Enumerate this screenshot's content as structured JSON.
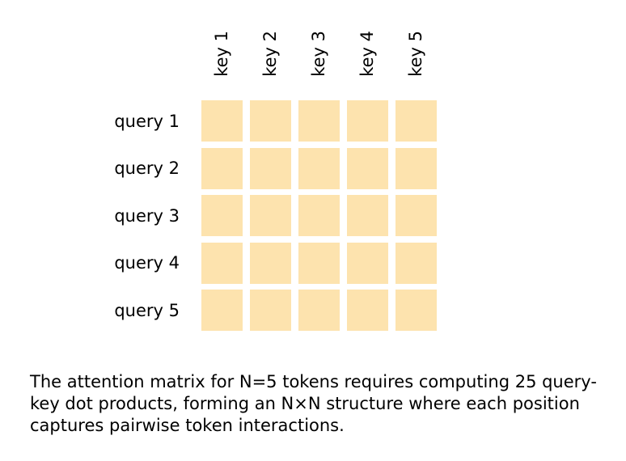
{
  "matrix": {
    "col_labels": [
      "key 1",
      "key 2",
      "key 3",
      "key 4",
      "key 5"
    ],
    "row_labels": [
      "query 1",
      "query 2",
      "query 3",
      "query 4",
      "query 5"
    ],
    "rows": 5,
    "cols": 5,
    "cell_color": "#FDE3AE"
  },
  "caption": {
    "text": "The attention matrix for N=5 tokens requires computing 25 query-key dot products, forming an N×N structure where each position captures pairwise token interactions."
  }
}
